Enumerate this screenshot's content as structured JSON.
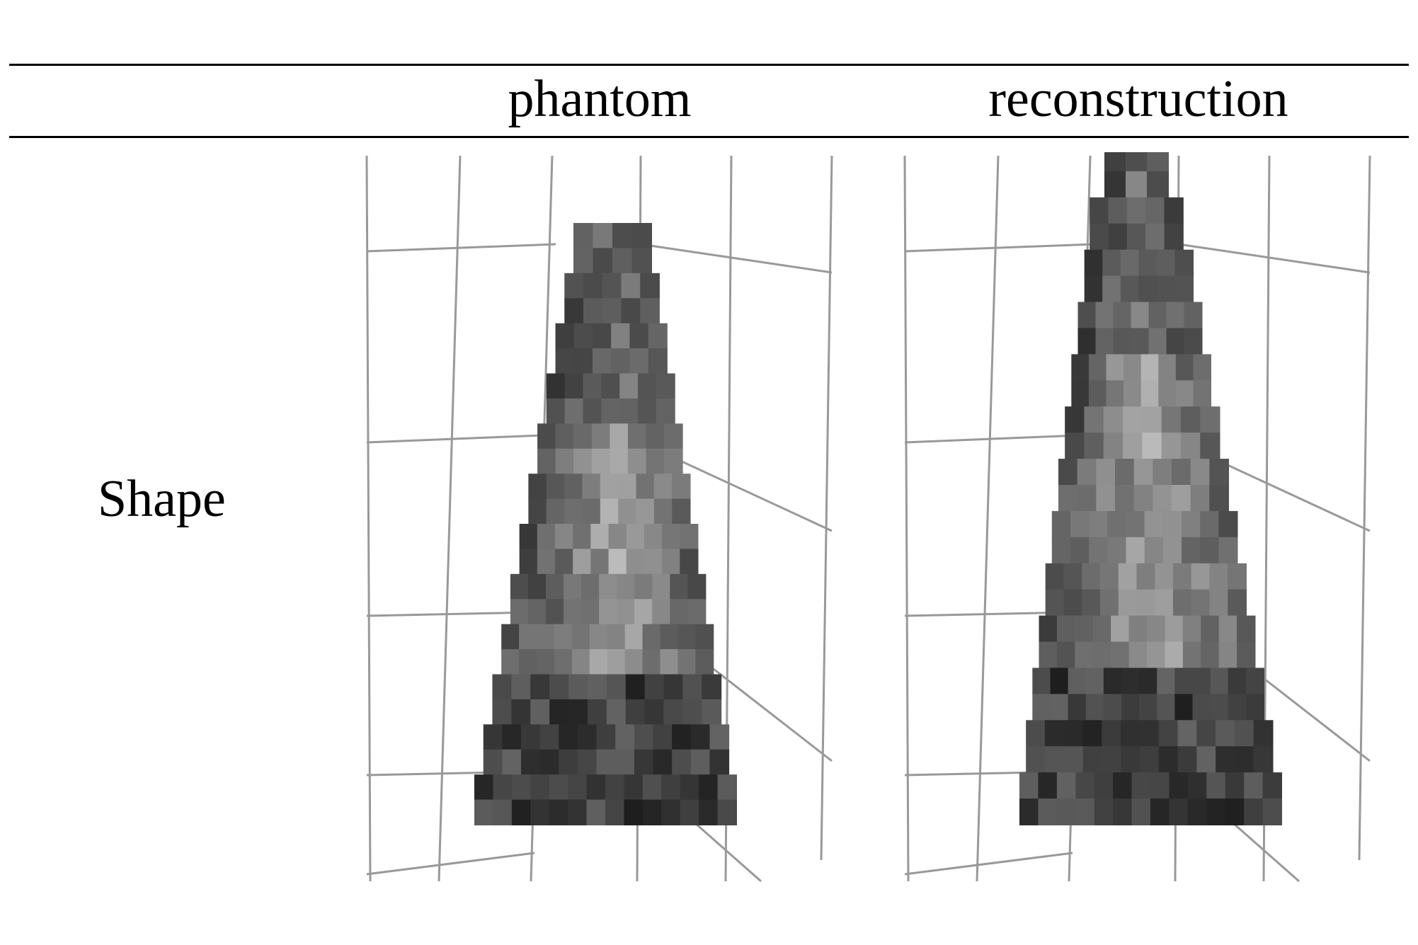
{
  "table": {
    "columns": [
      "phantom",
      "reconstruction"
    ],
    "rows": [
      {
        "label": "Shape"
      }
    ]
  }
}
